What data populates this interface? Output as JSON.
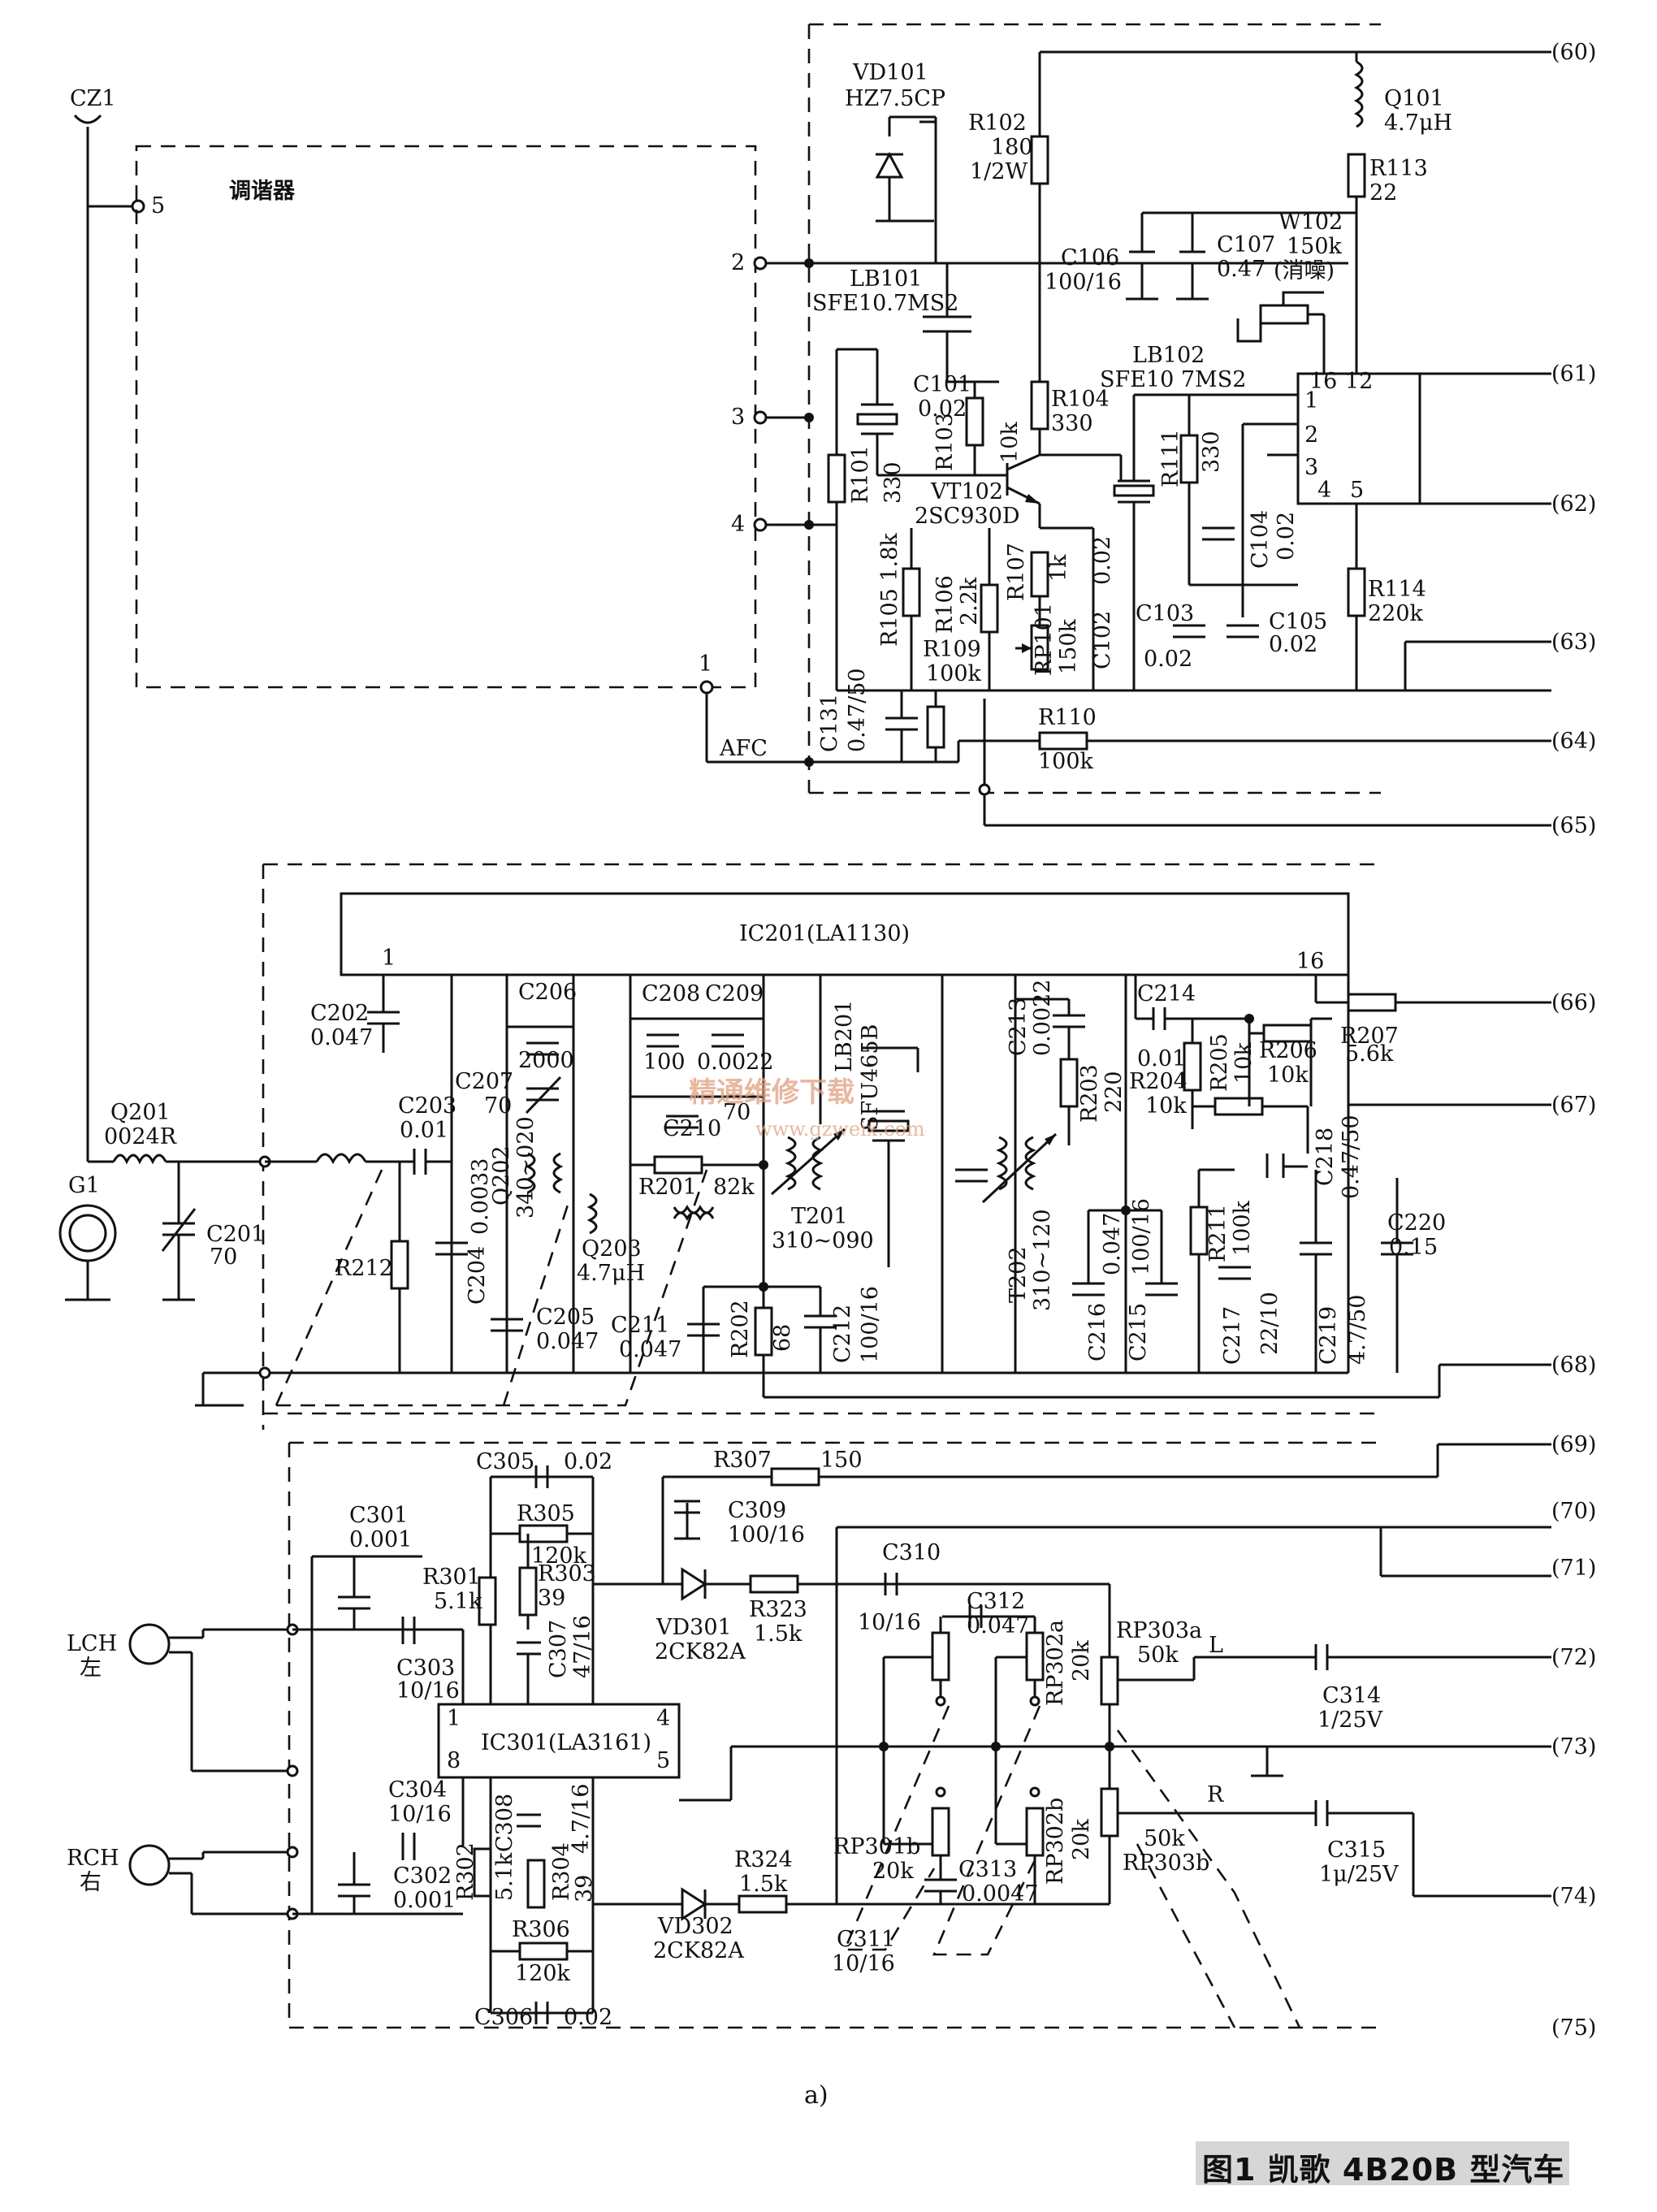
{
  "caption": "图1  凯歌 4B20B 型汽车",
  "sublabel": "a)",
  "watermark": {
    "main": "精通维修下载",
    "url": "www.gzweix.com"
  },
  "nets": [
    "(60)",
    "(61)",
    "(62)",
    "(63)",
    "(64)",
    "(65)",
    "(66)",
    "(67)",
    "(68)",
    "(69)",
    "(70)",
    "(71)",
    "(72)",
    "(73)",
    "(74)",
    "(75)"
  ],
  "tuner": {
    "title": "调谐器",
    "antenna": "CZ1",
    "afc": "AFC",
    "pins": [
      "5",
      "2",
      "3",
      "4",
      "1"
    ]
  },
  "fm_if": {
    "vd101": [
      "VD101",
      "HZ7.5CP"
    ],
    "r102": [
      "R102",
      "180",
      "1/2W"
    ],
    "q101": [
      "Q101",
      "4.7μH"
    ],
    "r113": [
      "R113",
      "22"
    ],
    "c106": [
      "C106",
      "100/16"
    ],
    "c107": [
      "C107",
      "0.47"
    ],
    "w102": [
      "W102",
      "150k",
      "(消噪)"
    ],
    "lb101": [
      "LB101",
      "SFE10.7MS2"
    ],
    "lb102": [
      "LB102",
      "SFE10 7MS2"
    ],
    "c101": [
      "C101",
      "0.02"
    ],
    "r103": [
      "R103",
      "10k"
    ],
    "r104": [
      "R104",
      "330"
    ],
    "r101": [
      "R101",
      "330"
    ],
    "vt102": [
      "VT102",
      "2SC930D"
    ],
    "r111": [
      "R111",
      "330"
    ],
    "r105": [
      "R105 1.8k"
    ],
    "r106": [
      "R106",
      "2.2k"
    ],
    "r107": [
      "R107",
      "1k"
    ],
    "c102": [
      "0.02",
      "C102"
    ],
    "c104": [
      "C104",
      "0.02"
    ],
    "rp101": [
      "RP101",
      "150k"
    ],
    "c103": [
      "C103",
      "0.02"
    ],
    "c105": [
      "C105",
      "0.02"
    ],
    "r114": [
      "R114",
      "220k"
    ],
    "r109": [
      "R109",
      "100k"
    ],
    "c131": [
      "C131",
      "0.47/50"
    ],
    "r110": [
      "R110",
      "100k"
    ],
    "ic_pins": [
      "16",
      "12",
      "1",
      "2",
      "3",
      "4",
      "5"
    ]
  },
  "am": {
    "ic201": "IC201(LA1130)",
    "pin1": "1",
    "pin16": "16",
    "c202": [
      "C202",
      "0.047"
    ],
    "q201": [
      "Q201",
      "0024R"
    ],
    "g1": "G1",
    "c201": [
      "C201",
      "70"
    ],
    "c203": [
      "C203",
      "0.01"
    ],
    "r212": "R212",
    "c204": [
      "C204",
      "0.0033"
    ],
    "c206": [
      "C206",
      "2000"
    ],
    "c207": [
      "C207",
      "70"
    ],
    "q202": [
      "Q202",
      "340~020"
    ],
    "q203": [
      "Q203",
      "4.7μH"
    ],
    "c205": [
      "C205",
      "0.047"
    ],
    "c208": [
      "C208",
      "100"
    ],
    "c209": [
      "C209",
      "0.0022"
    ],
    "c210": [
      "C210",
      "70"
    ],
    "r201": [
      "R201",
      "82k"
    ],
    "t201": [
      "T201",
      "310~090"
    ],
    "lb201": [
      "LB201",
      "SFU465B"
    ],
    "c211": [
      "C211",
      "0.047"
    ],
    "r202": [
      "R202",
      "68"
    ],
    "c212": [
      "C212",
      "100/16"
    ],
    "c213": [
      "C213",
      "0.0022"
    ],
    "r203": [
      "R203",
      "220"
    ],
    "t202": [
      "T202",
      "310~120"
    ],
    "c216": [
      "C216",
      "0.047"
    ],
    "c215": [
      "C215",
      "100/16"
    ],
    "c214": [
      "C214",
      "0.01"
    ],
    "r204": [
      "R204",
      "10k"
    ],
    "r205": [
      "R205",
      "10k"
    ],
    "r206": [
      "R206",
      "10k"
    ],
    "r207": [
      "R207",
      "5.6k"
    ],
    "c218": [
      "C218",
      "0.47/50"
    ],
    "r211": [
      "R211",
      "100k"
    ],
    "c217": [
      "C217",
      "22/10"
    ],
    "c219": [
      "C219",
      "4.7/50"
    ],
    "c220": [
      "C220",
      "0.15"
    ]
  },
  "stereo": {
    "ic301": "IC301(LA3161)",
    "ic_pins": [
      "1",
      "4",
      "8",
      "5"
    ],
    "lch": [
      "LCH",
      "左"
    ],
    "rch": [
      "RCH",
      "右"
    ],
    "c301": [
      "C301",
      "0.001"
    ],
    "c302": [
      "C302",
      "0.001"
    ],
    "c303": [
      "C303",
      "10/16"
    ],
    "c304": [
      "C304",
      "10/16"
    ],
    "c305": [
      "C305",
      "0.02"
    ],
    "c306": [
      "C306",
      "0.02"
    ],
    "r305": [
      "R305",
      "120k"
    ],
    "r306": [
      "R306",
      "120k"
    ],
    "r301": [
      "R301",
      "5.1k"
    ],
    "r303": [
      "R303",
      "39"
    ],
    "c307": [
      "C307",
      "47/16"
    ],
    "r302": [
      "R302",
      "5.1k"
    ],
    "c308": [
      "C308",
      "4.7/16"
    ],
    "r304": [
      "R304",
      "39"
    ],
    "r307": [
      "R307",
      "150"
    ],
    "c309": [
      "C309",
      "100/16"
    ],
    "vd301": [
      "VD301",
      "2CK82A"
    ],
    "vd302": [
      "VD302",
      "2CK82A"
    ],
    "r323": [
      "R323",
      "1.5k"
    ],
    "r324": [
      "R324",
      "1.5k"
    ],
    "c310": [
      "C310",
      "10/16"
    ],
    "c311": [
      "C311",
      "10/16"
    ],
    "c312": [
      "C312",
      "0.047"
    ],
    "c313": [
      "C313",
      "0.0047"
    ],
    "rp301b": [
      "RP301b",
      "20k"
    ],
    "rp302a": [
      "RP302a",
      "20k"
    ],
    "rp302b": [
      "RP302b",
      "20k"
    ],
    "rp303a": [
      "RP303a",
      "50k"
    ],
    "rp303b": [
      "50k",
      "RP303b"
    ],
    "c314": [
      "C314",
      "1/25V"
    ],
    "c315": [
      "C315",
      "1μ/25V"
    ],
    "l": "L",
    "r": "R"
  }
}
